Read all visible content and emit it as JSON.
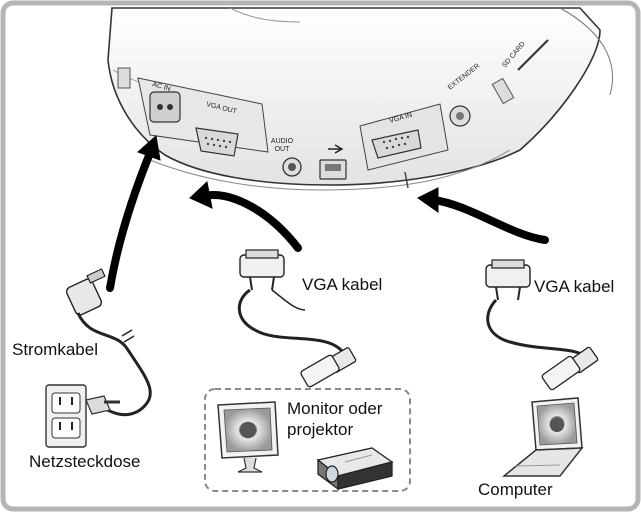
{
  "device": {
    "ports": {
      "ac_in": "AC IN",
      "vga_out": "VGA OUT",
      "audio_out_line1": "AUDIO",
      "audio_out_line2": "OUT",
      "vga_in": "VGA IN",
      "extender": "EXTENDER",
      "sd_card": "SD CARD"
    }
  },
  "labels": {
    "power_cable": "Stromkabel",
    "vga_cable_left": "VGA kabel",
    "vga_cable_right": "VGA kabel",
    "monitor_line1": "Monitor oder",
    "monitor_line2": "projektor",
    "wall_socket": "Netzsteckdose",
    "computer": "Computer"
  },
  "colors": {
    "frame": "#b5b5b5",
    "arrow": "#000000",
    "dashed_box": "#8a8a8a",
    "device_body": "#f4f4f4"
  }
}
